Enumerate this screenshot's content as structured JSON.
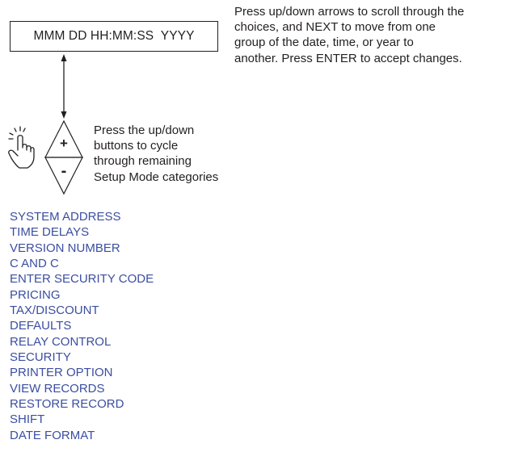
{
  "display": {
    "format_text": "MMM DD HH:MM:SS  YYYY"
  },
  "instructions": {
    "top_lines": [
      "Press up/down arrows to scroll through the",
      "choices, and NEXT to move from one",
      "group of the date, time, or year to",
      "another.  Press ENTER to accept changes."
    ],
    "side_lines": [
      "Press the up/down",
      "buttons to cycle",
      "through remaining",
      "Setup Mode categories"
    ]
  },
  "buttons": {
    "up_label": "+",
    "down_label": "-"
  },
  "categories": [
    "SYSTEM ADDRESS",
    "TIME DELAYS",
    "VERSION NUMBER",
    "C AND C",
    "ENTER SECURITY CODE",
    "PRICING",
    "TAX/DISCOUNT",
    "DEFAULTS",
    "RELAY CONTROL",
    "SECURITY",
    "PRINTER OPTION",
    "VIEW RECORDS",
    "RESTORE RECORD",
    "SHIFT",
    "DATE FORMAT"
  ],
  "colors": {
    "category_text": "#3b4ea1",
    "line": "#231f20"
  },
  "icons": {
    "hand": "pointing-hand-icon",
    "arrow": "double-arrow-icon"
  }
}
